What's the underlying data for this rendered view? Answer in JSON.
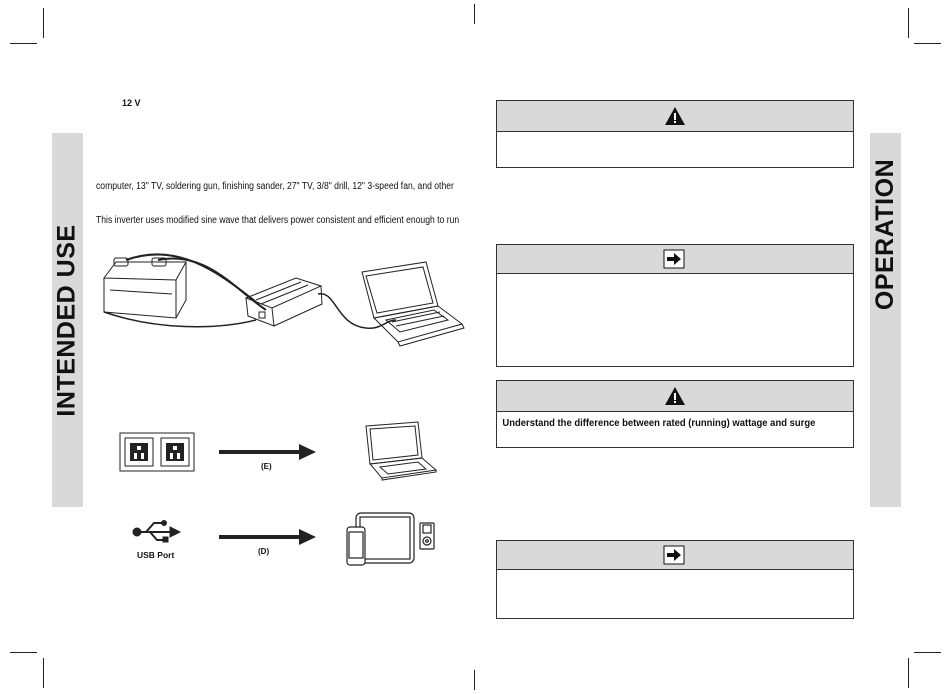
{
  "left_page": {
    "voltage_label": "12 V",
    "section_tab": "INTENDED USE",
    "paragraph_examples": "computer, 13\" TV, soldering gun, finishing sander, 27\" TV, 3/8\" drill, 12\" 3-speed fan, and other",
    "paragraph_inverter": "This inverter uses modified sine wave that delivers power consistent and efficient enough to run",
    "diagram": {
      "ac_label": "(E)",
      "usb_label": "(D)",
      "usb_port_label": "USB Port"
    }
  },
  "right_page": {
    "section_tab": "OPERATION",
    "notices": [
      {
        "icon": "warning-icon",
        "text": ""
      },
      {
        "icon": "arrow-note-icon",
        "text": ""
      },
      {
        "icon": "warning-icon",
        "text": "Understand the difference between rated (running) wattage and surge"
      },
      {
        "icon": "arrow-note-icon",
        "text": ""
      }
    ]
  }
}
